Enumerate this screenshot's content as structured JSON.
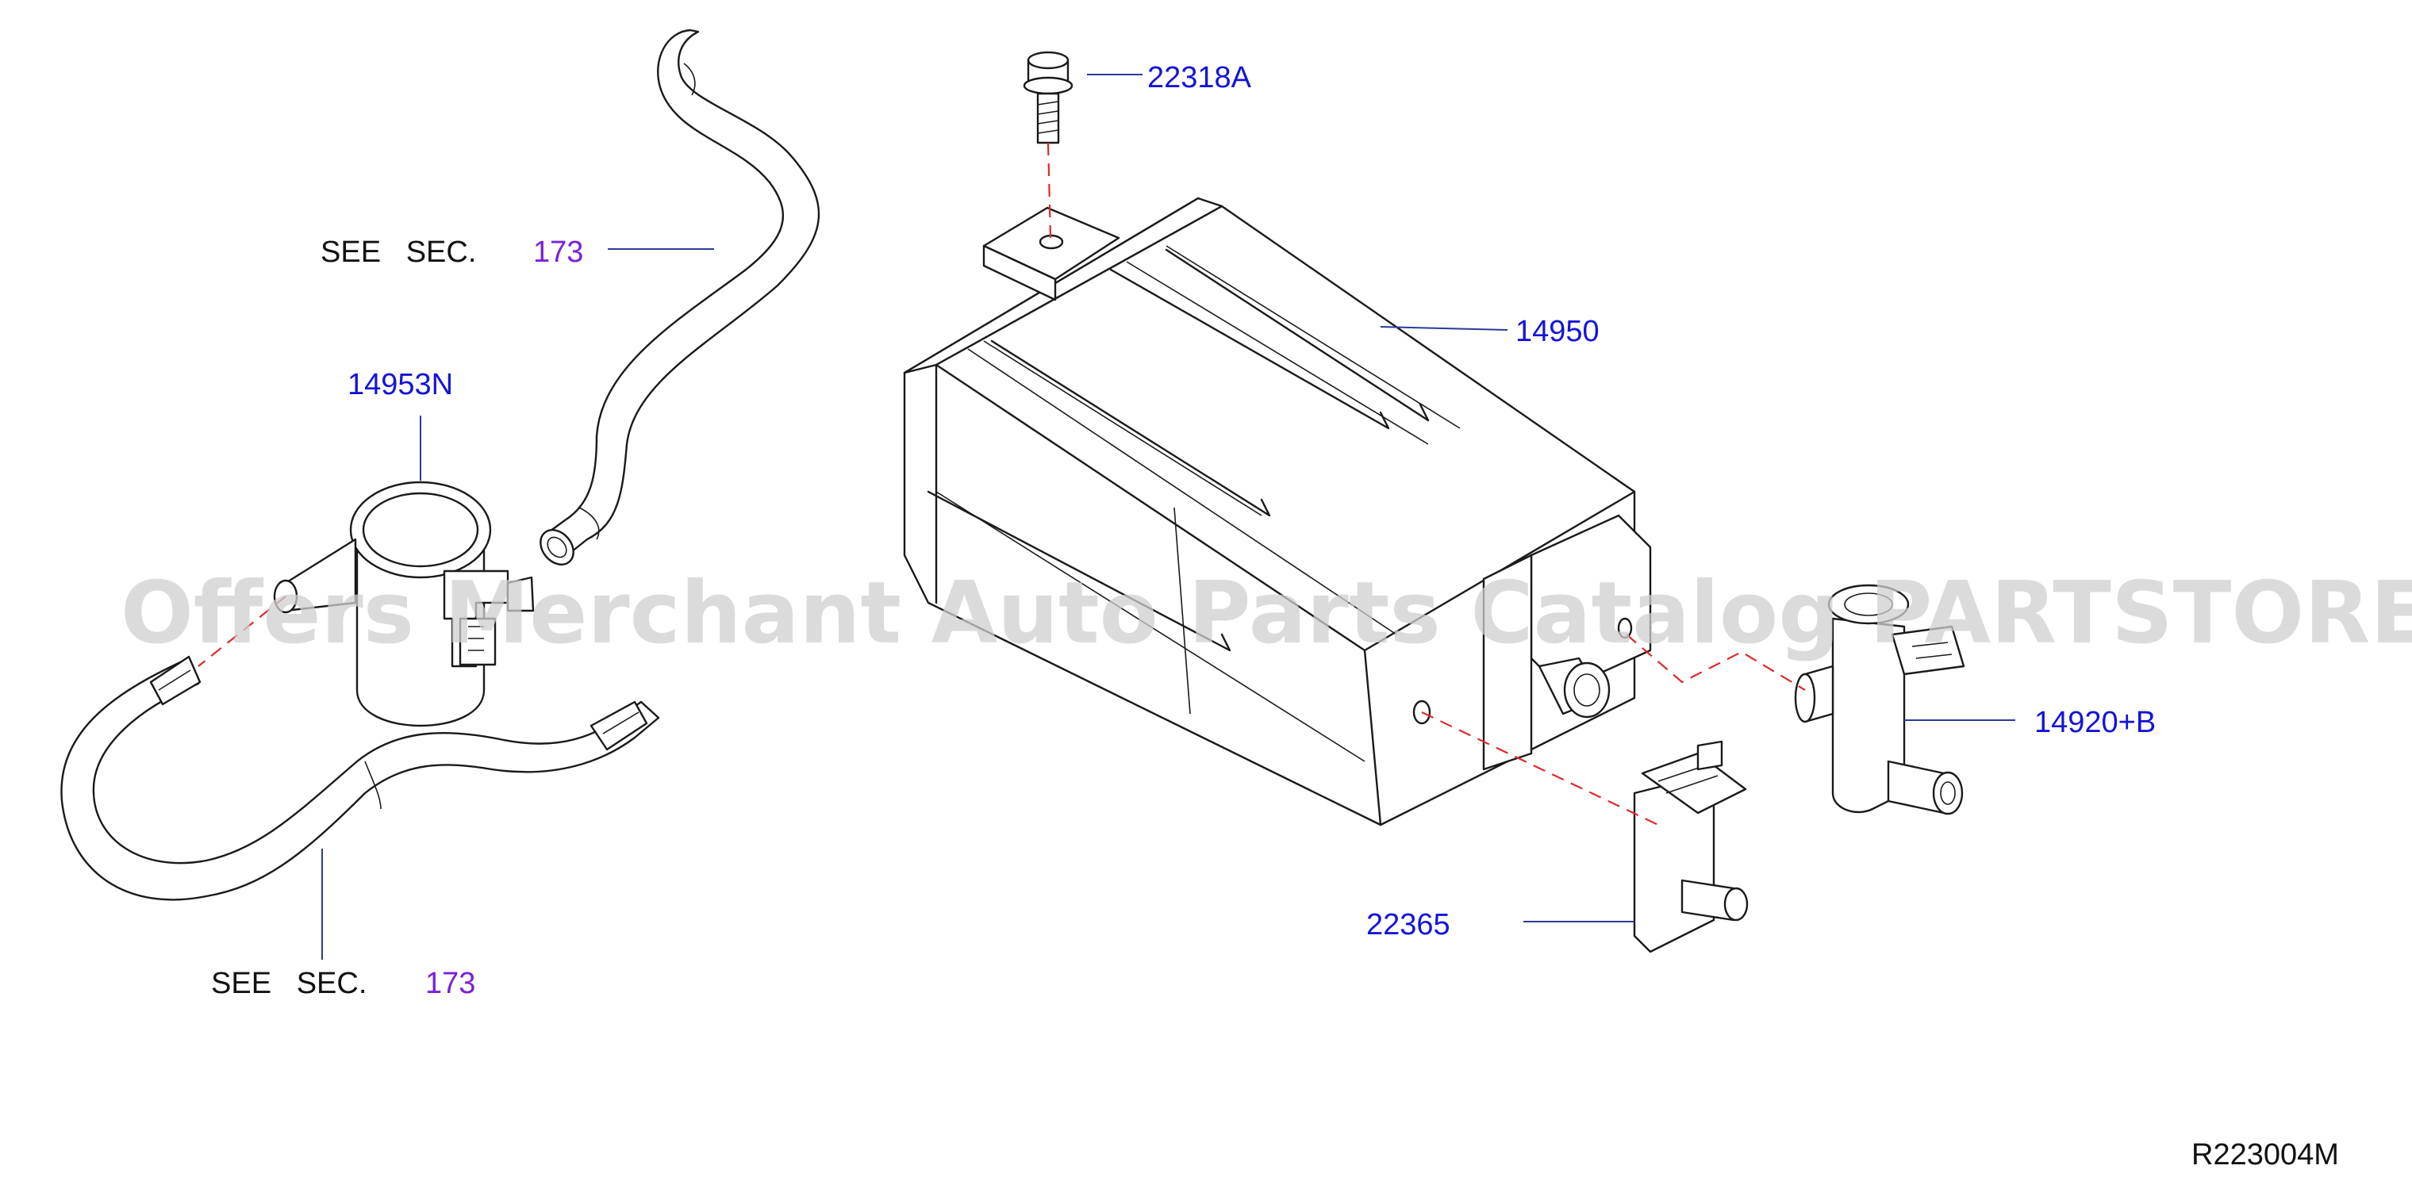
{
  "diagram": {
    "watermark": "Offers Merchant Auto Parts Catalog PARTSTORE.SA",
    "figure_code": "R223004M",
    "callouts": [
      {
        "id": "bolt",
        "label": "22318A",
        "kind": "part-number"
      },
      {
        "id": "canister",
        "label": "14950",
        "kind": "part-number"
      },
      {
        "id": "valve-left",
        "label": "14953N",
        "kind": "part-number"
      },
      {
        "id": "solenoid-right",
        "label": "14920+B",
        "kind": "part-number"
      },
      {
        "id": "vent-valve",
        "label": "22365",
        "kind": "part-number"
      }
    ],
    "see_sec": [
      {
        "id": "upper",
        "text": "SEE   SEC.",
        "section": "173"
      },
      {
        "id": "lower",
        "text": "SEE   SEC.",
        "section": "173"
      }
    ],
    "colors": {
      "part_number": "#1414d8",
      "section_ref": "#7a22d6",
      "dashed_guide": "#e0292b",
      "leader": "#2b3a9b",
      "outline": "#1a1a1a"
    }
  }
}
